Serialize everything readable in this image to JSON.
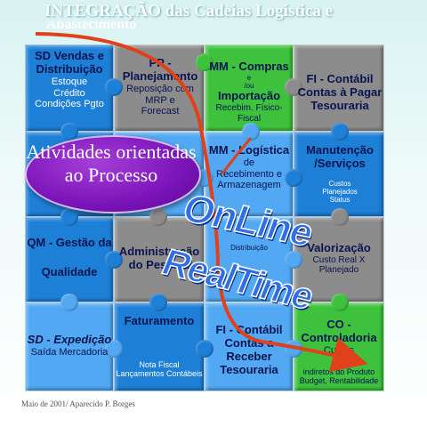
{
  "slide_title": "INTEGRAÇÃO das Cadeias Logística e",
  "slide_title_tail": "Abastecimento",
  "center_label": "Atividades orientadas ao Processo",
  "overlay_online": "OnLine",
  "overlay_realtime": "RealTime",
  "footer": "Maio de 2001/ Aparecido P. Borges",
  "tiles": {
    "sd_vendas": {
      "title": "SD Vendas e Distribuição",
      "l1": "Estoque",
      "l2": "Crédito",
      "l3": "Condições Pgto"
    },
    "pp": {
      "title": "PP - Planejamento",
      "l1": "Reposição com",
      "l2": "MRP e",
      "l3": "Forecast"
    },
    "mm_compras": {
      "title": "MM - Compras",
      "l1": "e",
      "l2": "/ou",
      "title2": "Importação",
      "l3": "Recebim. Físico-Fiscal"
    },
    "fi_pagar": {
      "title": "FI - Contábil Contas à Pagar Tesouraria"
    },
    "mm_logistica": {
      "title": "MM - Logística",
      "l1": "de",
      "l2": "Recebimento e",
      "l3": "Armazenagem"
    },
    "manutencao": {
      "title": "Manutenção /Serviços",
      "l1": "Custos",
      "l2": "Planejados",
      "l3": "Status"
    },
    "qm": {
      "title": "QM - Gestão da",
      "title2": "Qualidade"
    },
    "administracao": {
      "title": "Administração do Pessoal"
    },
    "distribuicao": {
      "title": "Distribuição"
    },
    "valorizacao": {
      "title": "Valorização",
      "l1": "Custo Real X Planejado"
    },
    "sd_expedicao": {
      "title": "SD - Expedição",
      "l1": "Saída  Mercadoria"
    },
    "faturamento": {
      "title": "Faturamento",
      "l1": "Nota Fiscal",
      "l2": "Lançamentos Contábeis"
    },
    "fi_receber": {
      "title": "FI - Contábil Contas a Receber Tesouraria"
    },
    "co": {
      "title": "CO - Controladoria",
      "l1": "Custos",
      "l2": "indiretos do Produto",
      "l3": "Budget, Rentabilidade"
    }
  },
  "colors": {
    "blue": "#1e7fd6",
    "light_blue": "#52a8f2",
    "gray": "#8c8c8c",
    "green": "#3ec23e",
    "purple": "#7a14b8",
    "arrow": "#e0401a"
  }
}
